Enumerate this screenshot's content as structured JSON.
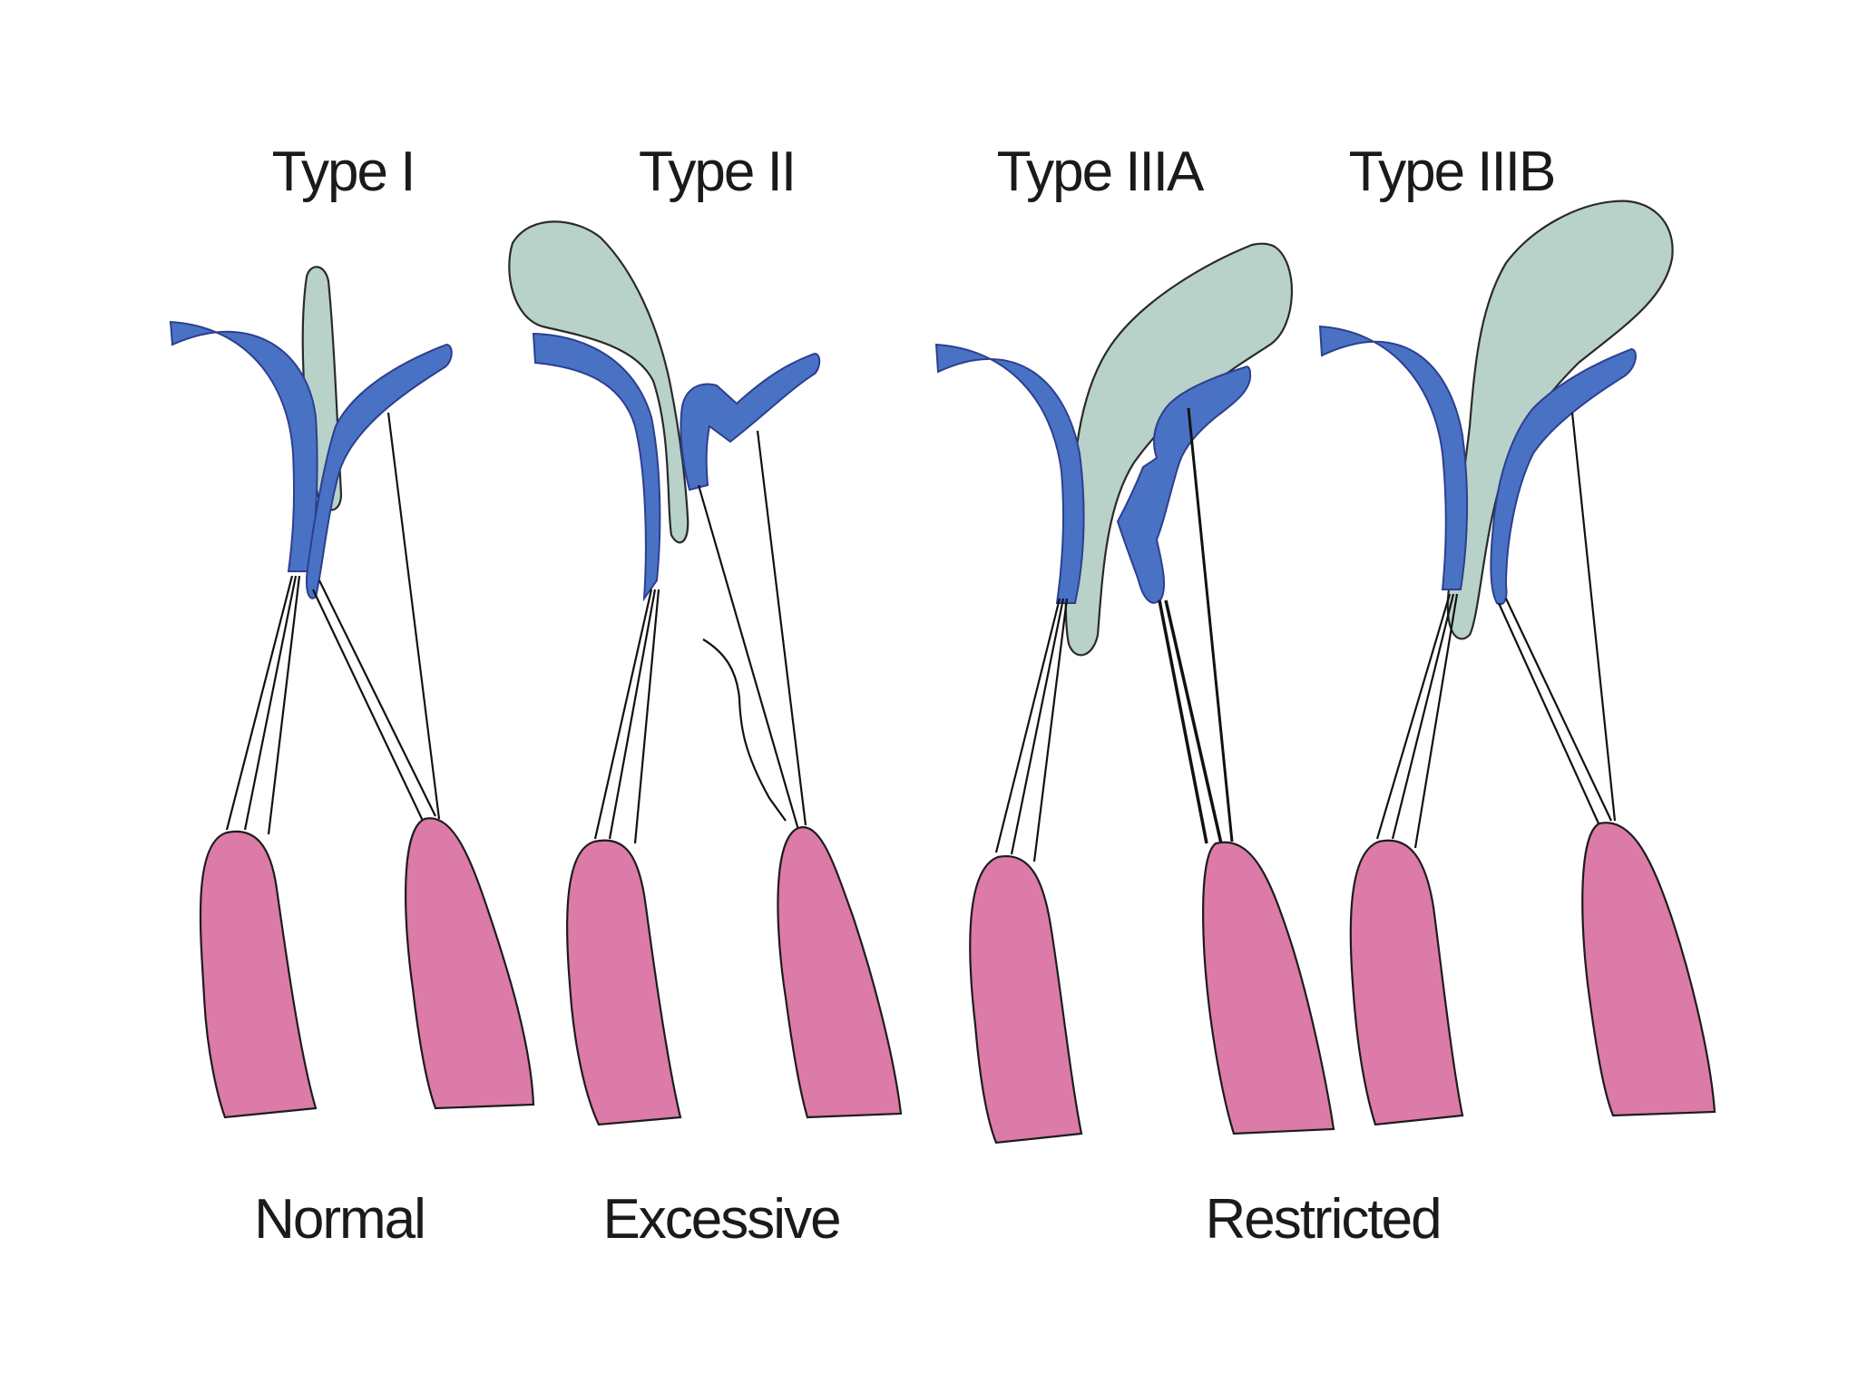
{
  "colors": {
    "background": "#ffffff",
    "leaflet": "#4a72c4",
    "mass": "#b9d2c9",
    "papillary_muscle": "#dc7aa8",
    "outline": "#1a1a1a"
  },
  "types": [
    {
      "label": "Type I"
    },
    {
      "label": "Type II"
    },
    {
      "label": "Type IIIA"
    },
    {
      "label": "Type IIIB"
    }
  ],
  "groups": [
    {
      "label": "Normal"
    },
    {
      "label": "Excessive"
    },
    {
      "label": "Restricted"
    }
  ]
}
